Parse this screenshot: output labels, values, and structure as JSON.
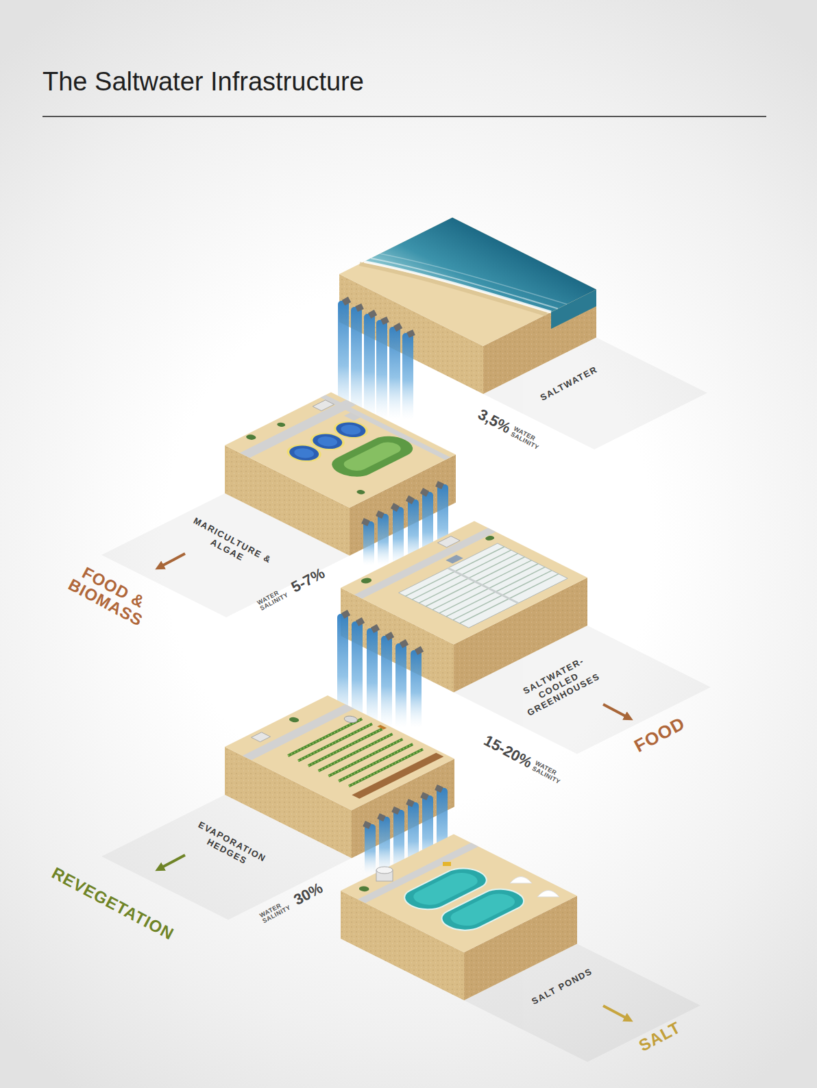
{
  "diagram": {
    "title": "The Saltwater Infrastructure",
    "nodes": [
      {
        "text": [
          "SALTWATER"
        ]
      },
      {
        "text": [
          "MARICULTURE & ALGAE"
        ]
      },
      {
        "text": [
          "SALTWATER- COOLED GREENHOUSES"
        ]
      },
      {
        "text": [
          "EVAPORATION HEDGES"
        ]
      },
      {
        "text": [
          "SALT PONDS"
        ]
      }
    ],
    "labels": [
      "3,5%",
      "WATER SALINITY",
      "FOOD & BIOMASS",
      "WATER SALINITY",
      "5-7%",
      "FOOD",
      "15-20%",
      "WATER SALINITY",
      "REVEGETATION",
      "WATER SALINITY",
      "30%",
      "SALT"
    ]
  }
}
